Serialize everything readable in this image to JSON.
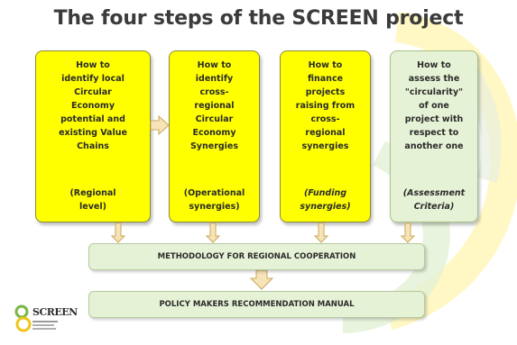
{
  "title": "The four steps of the SCREEN project",
  "steps": [
    {
      "lines": [
        "How to",
        "identify local",
        "Circular",
        "Economy",
        "potential and",
        "existing Value",
        "Chains"
      ],
      "sub_lines": [
        "(Regional",
        "level)"
      ],
      "style": "yellow",
      "sub_italic": false
    },
    {
      "lines": [
        "How to",
        "identify",
        "cross-",
        "regional",
        "Circular",
        "Economy",
        "Synergies"
      ],
      "sub_lines": [
        "(Operational",
        "synergies)"
      ],
      "style": "yellow",
      "sub_italic": false
    },
    {
      "lines": [
        "How to",
        "finance",
        "projects",
        "raising from",
        "cross-",
        "regional",
        "synergies"
      ],
      "sub_lines": [
        "(Funding",
        "synergies)"
      ],
      "style": "yellow",
      "sub_italic": true
    },
    {
      "lines": [
        "How to",
        "assess the",
        "\"circularity\"",
        "of one",
        "project with",
        "respect to",
        "another one"
      ],
      "sub_lines": [
        "(Assessment",
        "Criteria)"
      ],
      "style": "green",
      "sub_italic": true
    }
  ],
  "methodology_label": "METHODOLOGY FOR REGIONAL COOPERATION",
  "manual_label": "POLICY MAKERS RECOMMENDATION MANUAL",
  "logo": {
    "name": "SCREEN"
  },
  "colors": {
    "yellow_box": "#ffff00",
    "green_box": "#e6f2d5",
    "arrow_fill": "#f6e3b8",
    "arrow_stroke": "#c9a85a"
  }
}
